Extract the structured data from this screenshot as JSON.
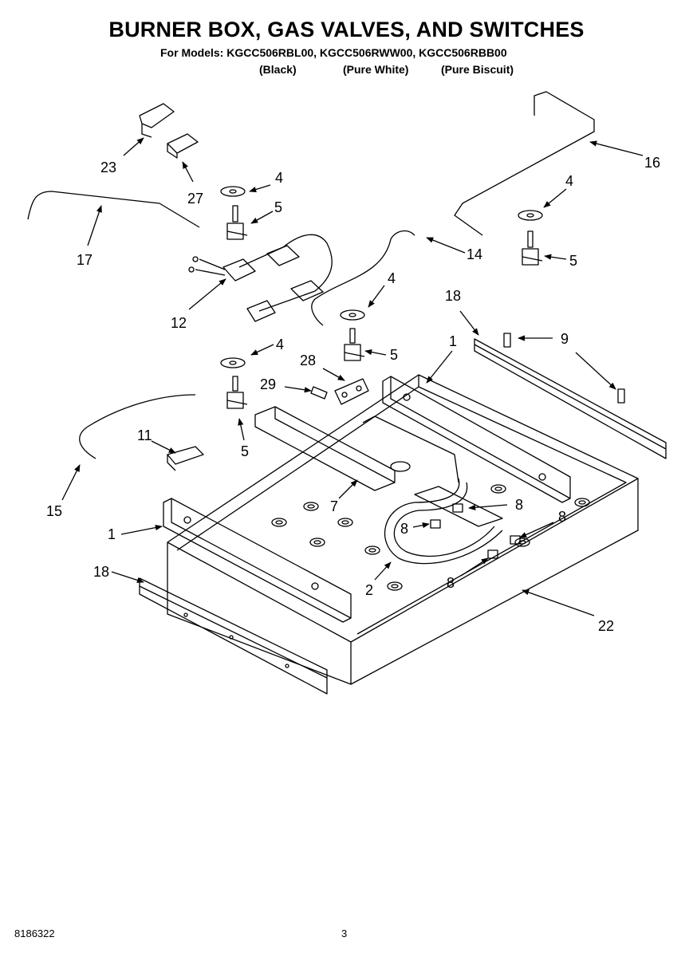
{
  "header": {
    "title": "BURNER BOX, GAS VALVES, AND SWITCHES",
    "models_line": "For Models: KGCC506RBL00, KGCC506RWW00, KGCC506RBB00",
    "variants": [
      "(Black)",
      "(Pure White)",
      "(Pure Biscuit)"
    ]
  },
  "callouts": [
    "23",
    "27",
    "4",
    "5",
    "17",
    "12",
    "16",
    "4",
    "14",
    "5",
    "4",
    "5",
    "18",
    "4",
    "28",
    "29",
    "9",
    "1",
    "11",
    "5",
    "15",
    "7",
    "8",
    "1",
    "8",
    "8",
    "18",
    "2",
    "8",
    "22"
  ],
  "footer": {
    "doc_number": "8186322",
    "page_number": "3"
  }
}
